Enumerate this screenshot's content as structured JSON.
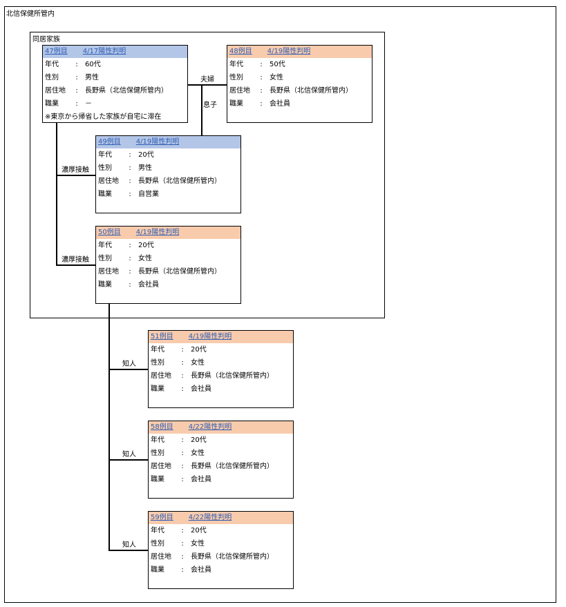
{
  "outer_title": "北信保健所管内",
  "household_title": "同居家族",
  "field_labels": {
    "age": "年代",
    "sex": "性別",
    "residence": "居住地",
    "job": "職業",
    "colon": ":"
  },
  "colors": {
    "blue_header": "#b4c6e7",
    "peach_header": "#f8cbad",
    "link": "#2f5eb3"
  },
  "cases": [
    {
      "id": "47例目",
      "date": "4/17陽性判明",
      "age": "60代",
      "sex": "男性",
      "residence": "長野県（北信保健所管内）",
      "job": "－",
      "note": "※東京から帰省した家族が自宅に滞在"
    },
    {
      "id": "48例目",
      "date": "4/19陽性判明",
      "age": "50代",
      "sex": "女性",
      "residence": "長野県（北信保健所管内）",
      "job": "会社員"
    },
    {
      "id": "49例目",
      "date": "4/19陽性判明",
      "age": "20代",
      "sex": "男性",
      "residence": "長野県（北信保健所管内）",
      "job": "自営業"
    },
    {
      "id": "50例目",
      "date": "4/19陽性判明",
      "age": "20代",
      "sex": "女性",
      "residence": "長野県（北信保健所管内）",
      "job": "会社員"
    },
    {
      "id": "51例目",
      "date": "4/19陽性判明",
      "age": "20代",
      "sex": "女性",
      "residence": "長野県（北信保健所管内）",
      "job": "会社員"
    },
    {
      "id": "58例目",
      "date": "4/22陽性判明",
      "age": "20代",
      "sex": "女性",
      "residence": "長野県（北信保健所管内）",
      "job": "会社員"
    },
    {
      "id": "59例目",
      "date": "4/22陽性判明",
      "age": "20代",
      "sex": "女性",
      "residence": "長野県（北信保健所管内）",
      "job": "会社員"
    }
  ],
  "relations": {
    "couple": "夫婦",
    "son": "息子",
    "close_contact_1": "濃厚接触",
    "close_contact_2": "濃厚接触",
    "acquaintance_1": "知人",
    "acquaintance_2": "知人",
    "acquaintance_3": "知人"
  }
}
